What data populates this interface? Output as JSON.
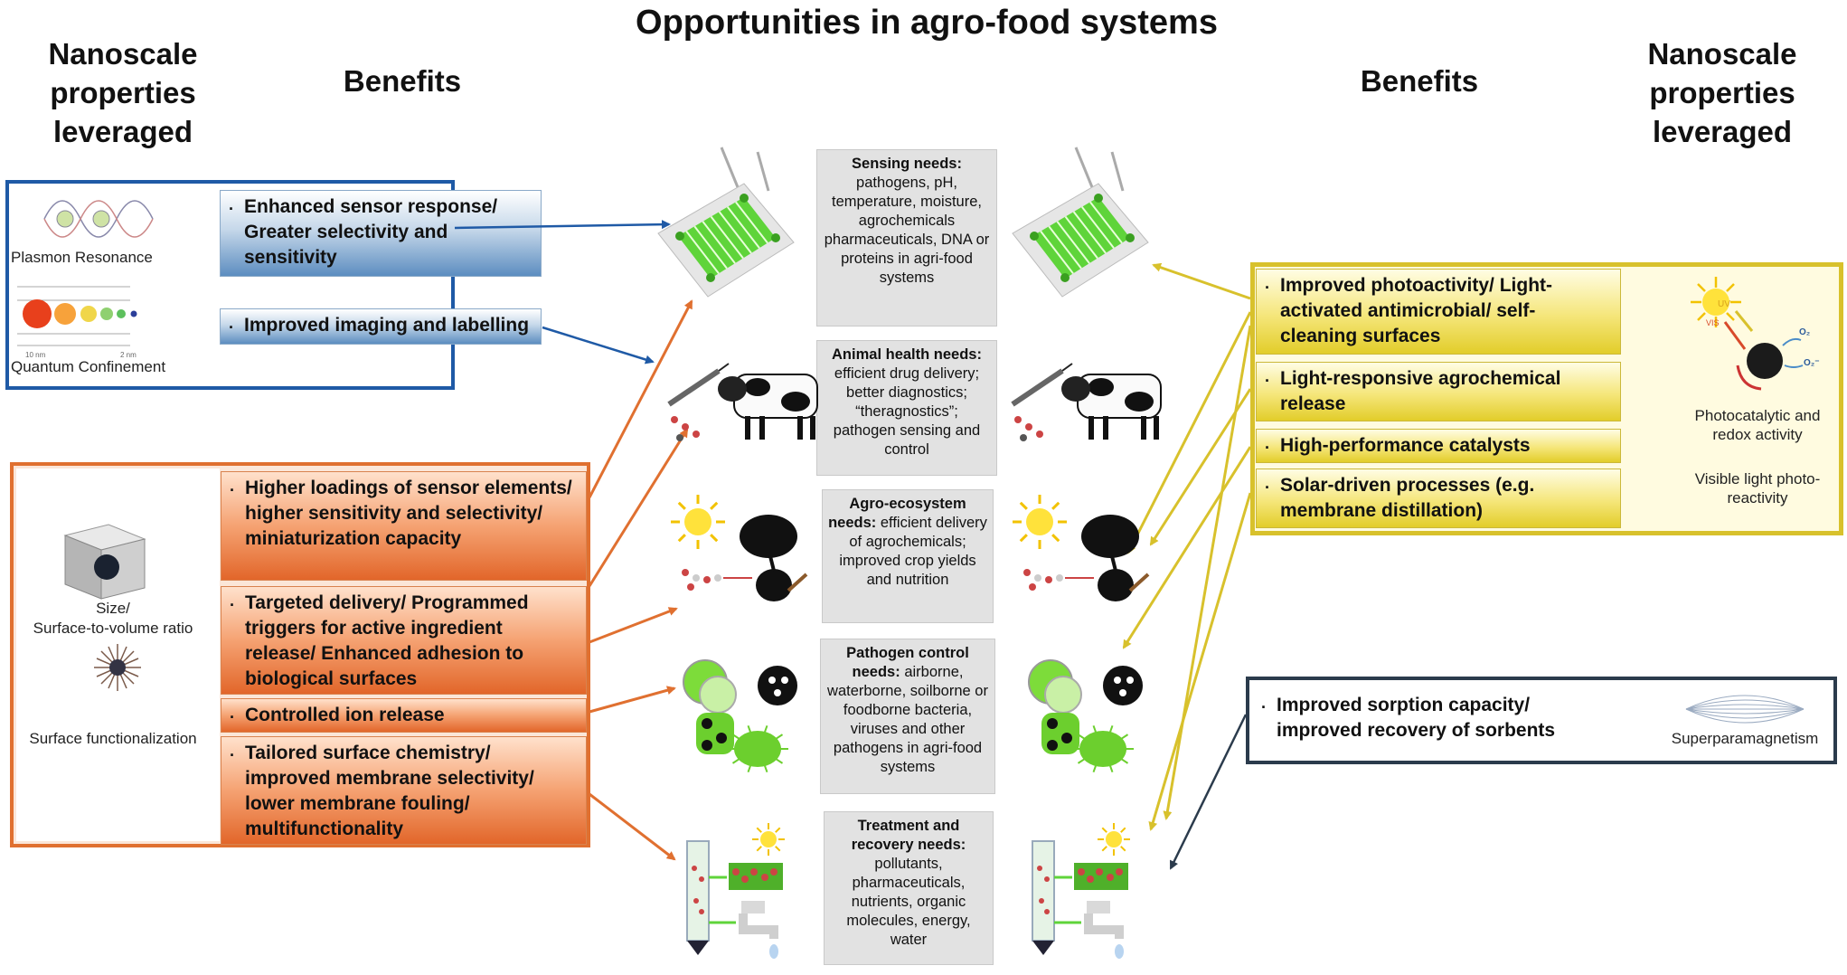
{
  "title": "Opportunities in agro-food systems",
  "left": {
    "properties_heading": "Nanoscale properties leveraged",
    "benefits_heading": "Benefits",
    "blue_panel": {
      "property_labels": [
        "Plasmon Resonance",
        "Quantum Confinement"
      ],
      "scale_labels": [
        "10 nm",
        "2 nm"
      ],
      "benefits": [
        "Enhanced sensor response/ Greater selectivity and sensitivity",
        "Improved imaging and labelling"
      ]
    },
    "orange_panel": {
      "property_labels": [
        "Size/",
        "Surface-to-volume ratio",
        "Surface functionalization"
      ],
      "benefits": [
        "Higher loadings of sensor elements/ higher sensitivity and selectivity/ miniaturization capacity",
        "Targeted delivery/ Programmed triggers for active ingredient release/ Enhanced adhesion to biological surfaces",
        "Controlled ion release",
        "Tailored surface chemistry/ improved membrane selectivity/ lower membrane fouling/ multifunctionality"
      ]
    }
  },
  "needs": [
    {
      "head": "Sensing needs:",
      "body": "pathogens, pH, temperature, moisture, agrochemicals pharmaceuticals, DNA or proteins in agri-food systems"
    },
    {
      "head": "Animal health needs:",
      "body": "efficient drug delivery; better diagnostics; “theragnostics”; pathogen sensing and control"
    },
    {
      "head": "Agro-ecosystem needs:",
      "body": "efficient delivery of agrochemicals; improved crop yields and nutrition"
    },
    {
      "head": "Pathogen control needs:",
      "body": "airborne, waterborne, soilborne or foodborne bacteria, viruses and other pathogens in agri-food systems"
    },
    {
      "head": "Treatment and recovery needs:",
      "body": "pollutants, pharmaceuticals, nutrients, organic molecules, energy, water"
    }
  ],
  "right": {
    "benefits_heading": "Benefits",
    "properties_heading": "Nanoscale properties leveraged",
    "yellow_panel": {
      "benefits": [
        "Improved photoactivity/ Light-activated antimicrobial/ self-cleaning surfaces",
        "Light-responsive agrochemical release",
        "High-performance catalysts",
        "Solar-driven processes (e.g. membrane distillation)"
      ],
      "property_labels": [
        "Photocatalytic and redox activity",
        "Visible light photo-reactivity"
      ],
      "icon_labels": [
        "UV",
        "VIS",
        "O₂",
        "O₂⁻"
      ]
    },
    "dark_panel": {
      "benefits": [
        "Improved sorption capacity/ improved recovery of sorbents"
      ],
      "property_labels": [
        "Superparamagnetism"
      ]
    }
  },
  "colors": {
    "blue": "#1f5aa6",
    "orange": "#e07030",
    "yellow": "#d8c12c",
    "dark": "#2b3b4c",
    "sensor_green": "#5fd43a"
  },
  "icons": [
    "sensor-chip-icon",
    "cow-syringe-icon",
    "sun-plant-icon",
    "pathogens-icon",
    "water-treatment-icon",
    "nanocube-icon",
    "functionalized-particle-icon",
    "photocatalyst-icon",
    "superparamagnetism-icon",
    "plasmon-wave-icon",
    "quantum-dots-icon"
  ]
}
